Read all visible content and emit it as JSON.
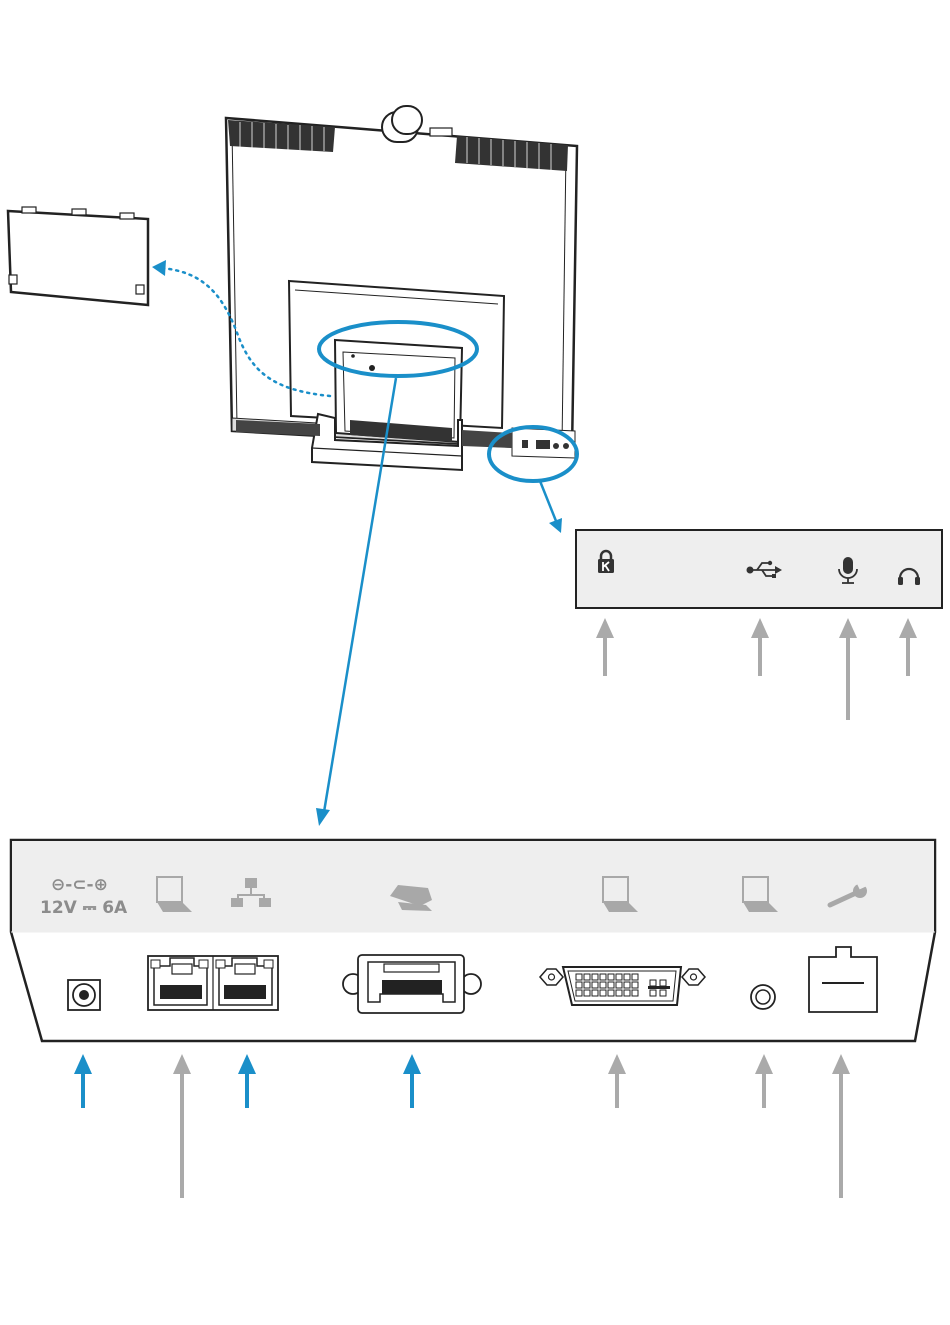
{
  "power_port": {
    "polarity_symbol": "⊖-⊂-⊕",
    "rating_label": "12V ⎓ 6A"
  },
  "side_panel": {
    "icons": [
      "kensington-lock-icon",
      "usb-icon",
      "microphone-icon",
      "headphones-icon"
    ]
  },
  "rear_panel": {
    "icons": [
      "power-icon",
      "laptop-icon",
      "network-icon",
      "touch-panel-icon",
      "laptop-icon",
      "laptop-icon",
      "wrench-icon"
    ],
    "ports": [
      "dc-power-jack",
      "ethernet-port-pc",
      "ethernet-port-network",
      "touch-controller-port",
      "dvi-port",
      "audio-jack",
      "service-port"
    ]
  },
  "colors": {
    "callout_blue": "#1a8fc9",
    "arrow_gray": "#aaaaaa",
    "panel_fill": "#eeeeee",
    "line": "#222222"
  }
}
